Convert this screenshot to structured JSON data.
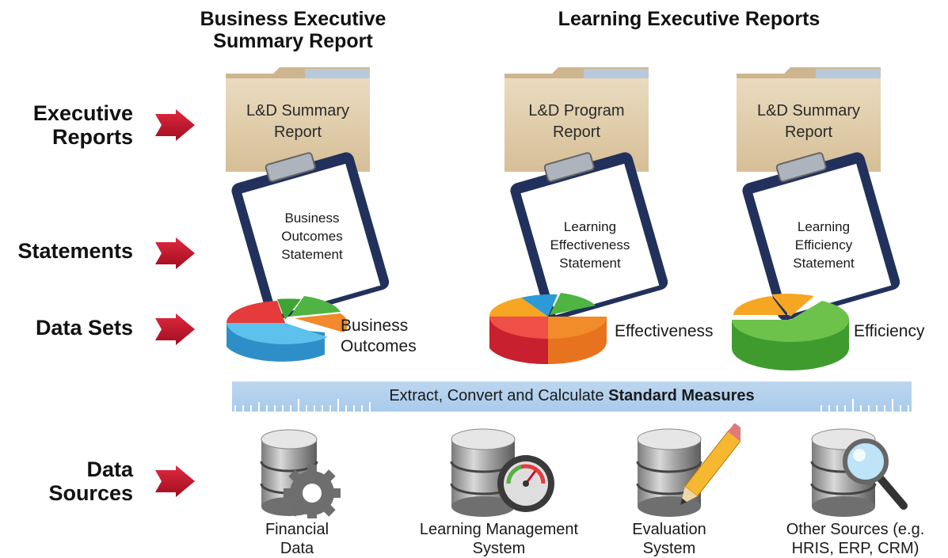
{
  "headers": {
    "business": "Business Executive Summary Report",
    "learning": "Learning Executive Reports"
  },
  "rows": {
    "executive_reports": "Executive Reports",
    "statements": "Statements",
    "data_sets": "Data Sets",
    "data_sources": "Data Sources"
  },
  "folders": [
    {
      "label": "L&D Summary Report"
    },
    {
      "label": "L&D Program Report"
    },
    {
      "label": "L&D Summary Report"
    }
  ],
  "statements": [
    {
      "label": "Business Outcomes Statement"
    },
    {
      "label": "Learning Effectiveness Statement"
    },
    {
      "label": "Learning Efficiency Statement"
    }
  ],
  "datasets": [
    {
      "label": "Business Outcomes"
    },
    {
      "label": "Effectiveness"
    },
    {
      "label": "Efficiency"
    }
  ],
  "bar": {
    "text_regular": "Extract, Convert and Calculate ",
    "text_bold": "Standard Measures"
  },
  "sources": [
    {
      "label": "Financial Data",
      "icon": "gear-icon"
    },
    {
      "label": "Learning Management System",
      "icon": "gauge-icon"
    },
    {
      "label": "Evaluation System",
      "icon": "pencil-icon"
    },
    {
      "label": "Other Sources (e.g. HRIS, ERP, CRM)",
      "icon": "magnifier-icon"
    }
  ],
  "colors": {
    "arrow": "#c8102e",
    "folder": "#e3cfae",
    "folder_tab": "#b9c9dc",
    "clipboard": "#22315c",
    "bar": "#b3d0ee",
    "pie_blue": "#4fb3e3",
    "pie_red": "#e53b3b",
    "pie_green": "#4fb442",
    "pie_orange": "#f2892a"
  }
}
